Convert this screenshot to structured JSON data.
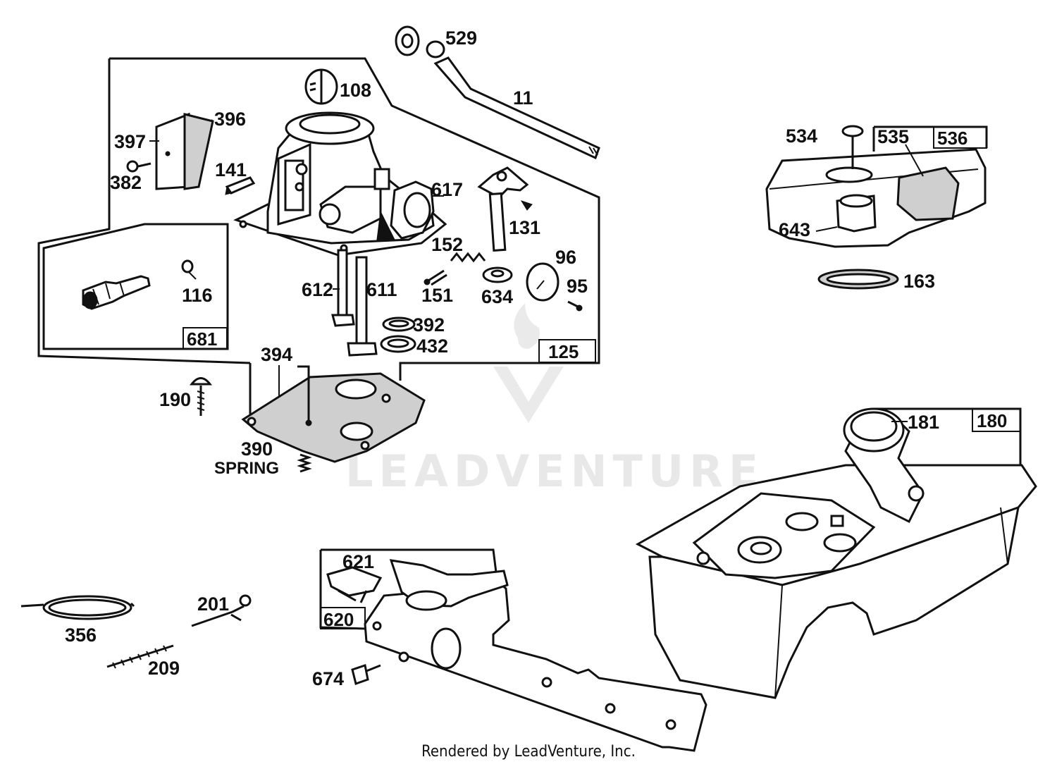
{
  "callouts": {
    "p529": "529",
    "p11": "11",
    "p108": "108",
    "p396": "396",
    "p397": "397",
    "p382": "382",
    "p141": "141",
    "p617": "617",
    "p131": "131",
    "p152": "152",
    "p96": "96",
    "p95": "95",
    "p151": "151",
    "p634": "634",
    "p612": "612",
    "p611": "611",
    "p116": "116",
    "p392": "392",
    "p432": "432",
    "p394": "394",
    "p190": "190",
    "p390": "390",
    "spring": "SPRING",
    "p534": "534",
    "p535": "535",
    "p643": "643",
    "p163": "163",
    "p181": "181",
    "p621": "621",
    "p201": "201",
    "p356": "356",
    "p209": "209",
    "p674": "674"
  },
  "boxes": {
    "b681": "681",
    "b125": "125",
    "b536": "536",
    "b180": "180",
    "b620": "620"
  },
  "watermark": "LEADVENTURE",
  "footer": "Rendered by LeadVenture, Inc."
}
